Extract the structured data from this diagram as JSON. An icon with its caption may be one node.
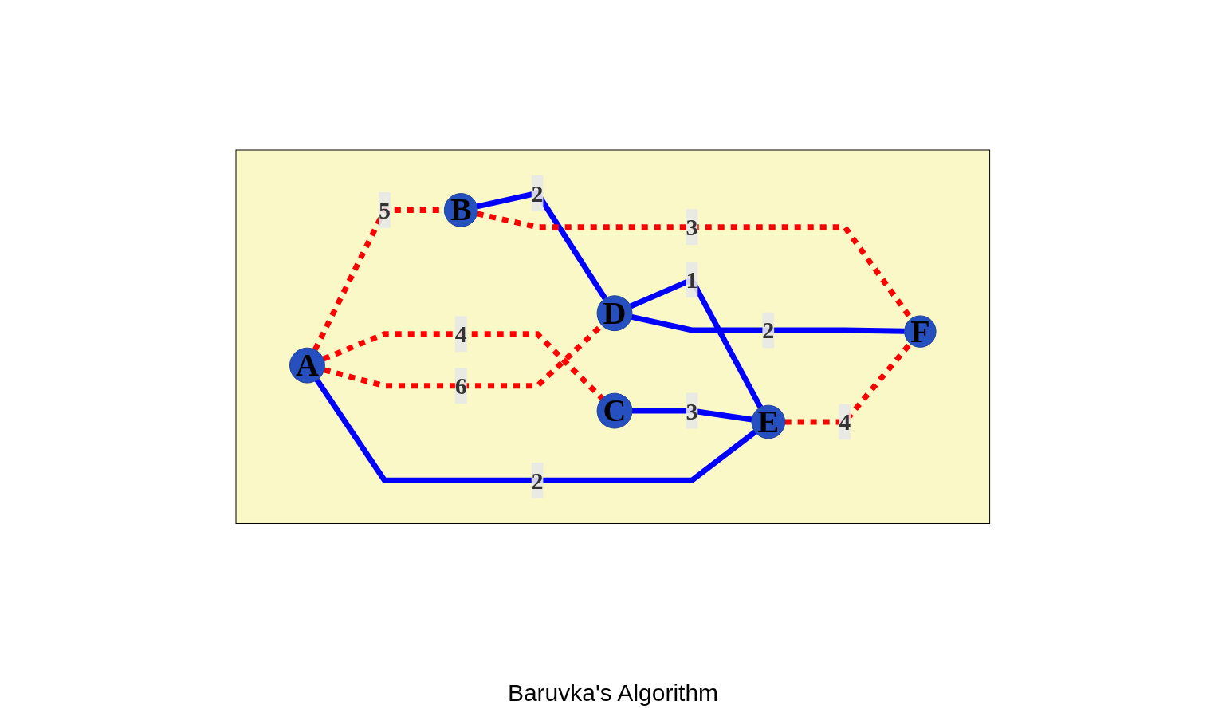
{
  "diagram": {
    "caption": "Baruvka's Algorithm",
    "nodes": [
      {
        "text": [],
        "shape": "polygon"
      },
      {
        "text": [
          "A"
        ],
        "in": 0
      },
      {
        "text": [
          "B"
        ],
        "in": 0
      },
      {
        "text": [
          "C"
        ],
        "in": 0
      },
      {
        "text": [
          "D"
        ],
        "in": 0
      },
      {
        "text": [
          "E"
        ],
        "in": 0
      },
      {
        "text": [
          "F"
        ],
        "in": 0
      }
    ],
    "edges": [
      {
        "from": 1,
        "to": 2,
        "arrow": "none",
        "label": "5",
        "style": "dashed",
        "color": "#ff0000"
      },
      {
        "from": 1,
        "to": 3,
        "arrow": "none",
        "label": "4",
        "style": "dashed",
        "color": "#ff0000"
      },
      {
        "from": 1,
        "to": 4,
        "arrow": "none",
        "label": "6",
        "style": "dashed",
        "color": "#ff0000"
      },
      {
        "from": 1,
        "to": 5,
        "arrow": "none",
        "label": "2",
        "color": "#0000ff"
      },
      {
        "from": 2,
        "to": 4,
        "arrow": "none",
        "label": "2",
        "color": "#0000ff"
      },
      {
        "from": 2,
        "to": 6,
        "arrow": "none",
        "label": "3",
        "style": "dashed",
        "color": "#ff0000"
      },
      {
        "from": 3,
        "to": 5,
        "arrow": "none",
        "label": "3",
        "color": "#0000ff"
      },
      {
        "from": 4,
        "to": 5,
        "arrow": "none",
        "label": "1",
        "color": "#0000ff"
      },
      {
        "from": 4,
        "to": 6,
        "arrow": "none",
        "label": "2",
        "color": "#0000ff"
      },
      {
        "from": 5,
        "to": 6,
        "arrow": "none",
        "label": "4",
        "style": "dashed",
        "color": "#ff0000"
      }
    ]
  }
}
